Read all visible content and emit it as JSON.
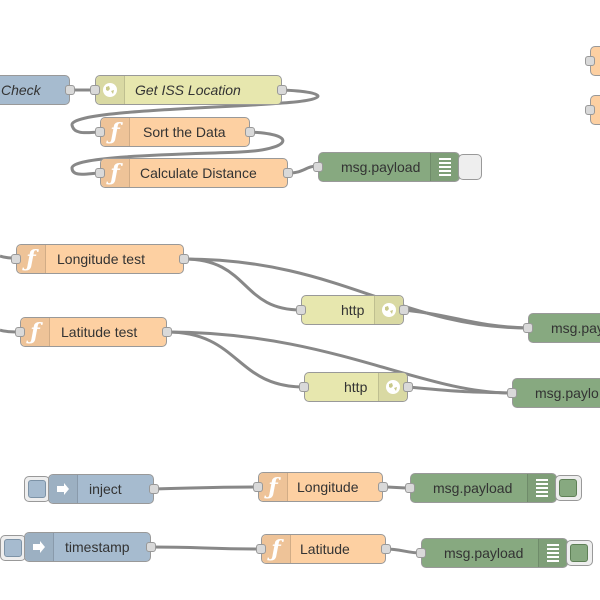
{
  "nodes": {
    "check": {
      "label": "Check"
    },
    "get_iss": {
      "label": "Get ISS Location",
      "icon": "globe-icon"
    },
    "sort": {
      "label": "Sort the Data",
      "icon": "function-icon"
    },
    "calc": {
      "label": "Calculate Distance",
      "icon": "function-icon"
    },
    "debug1": {
      "label": "msg.payload",
      "icon": "list-icon"
    },
    "lon_test": {
      "label": "Longitude test",
      "icon": "function-icon"
    },
    "http1": {
      "label": "http",
      "icon": "globe-icon"
    },
    "debug2": {
      "label": "msg.payload"
    },
    "lat_test": {
      "label": "Latitude test",
      "icon": "function-icon"
    },
    "http2": {
      "label": "http",
      "icon": "globe-icon"
    },
    "debug3": {
      "label": "msg.paylo"
    },
    "inject": {
      "label": "inject",
      "icon": "arrow-icon"
    },
    "lon": {
      "label": "Longitude",
      "icon": "function-icon"
    },
    "debug4": {
      "label": "msg.payload",
      "icon": "list-icon"
    },
    "timestamp": {
      "label": "timestamp",
      "icon": "arrow-icon"
    },
    "lat": {
      "label": "Latitude",
      "icon": "function-icon"
    },
    "debug5": {
      "label": "msg.payload",
      "icon": "list-icon"
    }
  },
  "colors": {
    "function": "#fdd0a2",
    "http": "#e7e7ae",
    "inject": "#a6bbcf",
    "debug": "#87a980",
    "wire": "#888888"
  }
}
